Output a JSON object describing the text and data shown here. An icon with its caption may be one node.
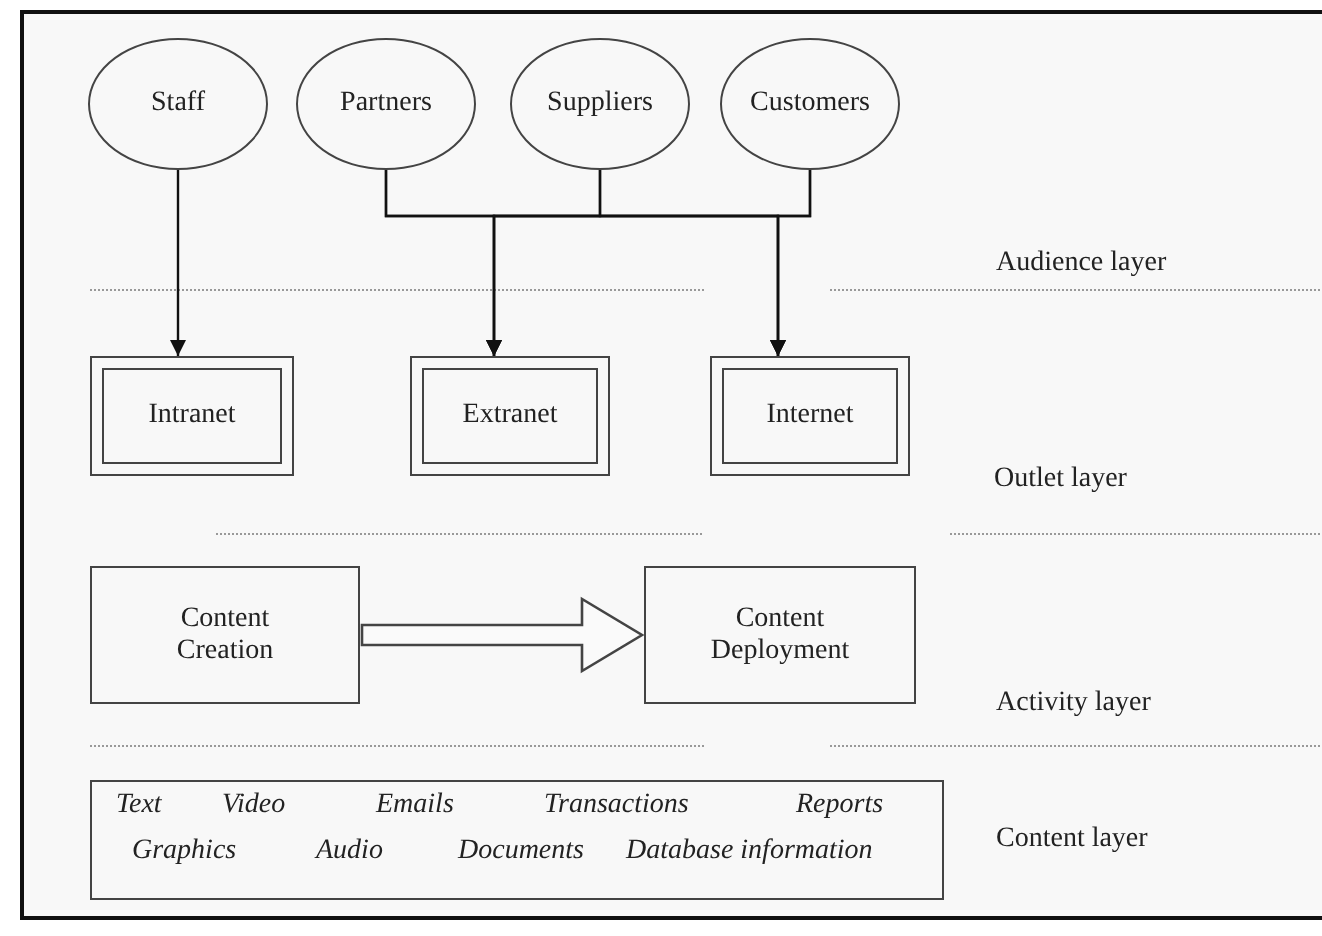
{
  "diagram": {
    "nodes": [
      {
        "text": [
          "Staff"
        ]
      },
      {
        "text": [
          "Partners"
        ]
      },
      {
        "text": [
          "Suppliers"
        ]
      },
      {
        "text": [
          "Customers"
        ]
      },
      {
        "text": [
          "Intranet"
        ]
      },
      {
        "text": [
          "Extranet"
        ]
      },
      {
        "text": [
          "Internet"
        ]
      },
      {
        "text": [
          "Content Creation"
        ]
      },
      {
        "text": [
          "Content Deployment"
        ]
      },
      {
        "text": [
          "Text",
          "Video",
          "Emails",
          "Transactions",
          "Reports",
          "Graphics",
          "Audio",
          "Documents",
          "Database information"
        ]
      }
    ],
    "edges": [
      {
        "from": 0,
        "to": 4,
        "arrow": "to"
      },
      {
        "from": 1,
        "to": 5,
        "arrow": "to"
      },
      {
        "from": 1,
        "to": 6,
        "arrow": "to"
      },
      {
        "from": 2,
        "to": 5,
        "arrow": "to"
      },
      {
        "from": 2,
        "to": 6,
        "arrow": "to"
      },
      {
        "from": 3,
        "to": 5,
        "arrow": "to"
      },
      {
        "from": 3,
        "to": 6,
        "arrow": "to"
      },
      {
        "from": 7,
        "to": 8,
        "arrow": "to",
        "style": "thick"
      }
    ],
    "labels": [
      "Audience layer",
      "Outlet layer",
      "Activity layer",
      "Content layer"
    ]
  }
}
